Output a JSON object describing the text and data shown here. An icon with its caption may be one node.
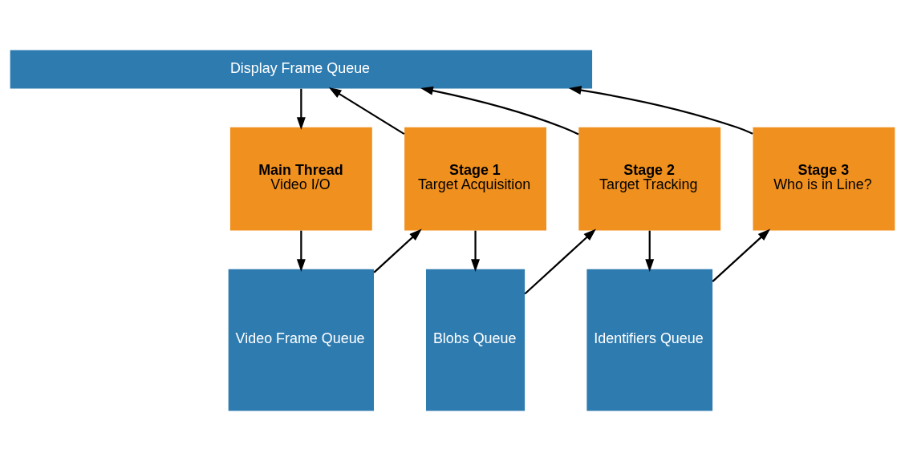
{
  "diagram": {
    "nodes": [
      {
        "text": [
          "Display Frame Queue"
        ]
      },
      {
        "text": [
          "Main Thread",
          "Video I/O"
        ]
      },
      {
        "text": [
          "Stage 1",
          "Target Acquisition"
        ]
      },
      {
        "text": [
          "Stage 2",
          "Target Tracking"
        ]
      },
      {
        "text": [
          "Stage 3",
          "Who is in Line?"
        ]
      },
      {
        "text": [
          "Video Frame Queue"
        ]
      },
      {
        "text": [
          "Blobs Queue"
        ]
      },
      {
        "text": [
          "Identifiers Queue"
        ]
      }
    ],
    "edges": [
      {
        "from": 0,
        "to": 1,
        "arrow": "to"
      },
      {
        "from": 2,
        "to": 0,
        "arrow": "to"
      },
      {
        "from": 3,
        "to": 0,
        "arrow": "to"
      },
      {
        "from": 4,
        "to": 0,
        "arrow": "to"
      },
      {
        "from": 1,
        "to": 5,
        "arrow": "to"
      },
      {
        "from": 5,
        "to": 2,
        "arrow": "to"
      },
      {
        "from": 2,
        "to": 6,
        "arrow": "to"
      },
      {
        "from": 6,
        "to": 3,
        "arrow": "to"
      },
      {
        "from": 3,
        "to": 7,
        "arrow": "to"
      },
      {
        "from": 7,
        "to": 4,
        "arrow": "to"
      }
    ]
  }
}
